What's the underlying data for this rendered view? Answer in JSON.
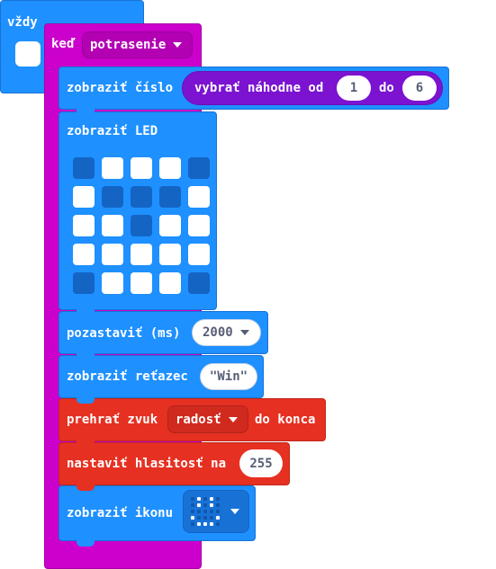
{
  "forever_block": {
    "label": "vždy"
  },
  "event_block": {
    "label": "keď",
    "gesture_dropdown": "potrasenie"
  },
  "show_number": {
    "label": "zobraziť číslo",
    "random": {
      "label": "vybrať náhodne od",
      "from": "1",
      "to_label": "do",
      "to": "6"
    }
  },
  "show_leds": {
    "label": "zobraziť LED",
    "grid": [
      [
        0,
        1,
        1,
        1,
        0
      ],
      [
        1,
        0,
        0,
        0,
        1
      ],
      [
        1,
        1,
        0,
        1,
        1
      ],
      [
        1,
        1,
        1,
        1,
        1
      ],
      [
        0,
        1,
        1,
        1,
        0
      ]
    ]
  },
  "pause": {
    "label": "pozastaviť (ms)",
    "value": "2000"
  },
  "show_string": {
    "label": "zobraziť reťazec",
    "value": "\"Win\""
  },
  "play_sound": {
    "label": "prehrať zvuk",
    "sound": "radosť",
    "suffix": "do konca"
  },
  "set_volume": {
    "label": "nastaviť hlasitosť na",
    "value": "255"
  },
  "show_icon": {
    "label": "zobraziť ikonu",
    "icon_name": "happy-face-icon",
    "icon_grid": [
      [
        0,
        1,
        0,
        1,
        0
      ],
      [
        0,
        1,
        0,
        1,
        0
      ],
      [
        0,
        0,
        0,
        0,
        0
      ],
      [
        1,
        0,
        0,
        0,
        1
      ],
      [
        0,
        1,
        1,
        1,
        0
      ]
    ]
  },
  "colors": {
    "control": "#1e90ff",
    "input": "#cc00cc",
    "math": "#7b13d1",
    "music": "#e63022"
  }
}
